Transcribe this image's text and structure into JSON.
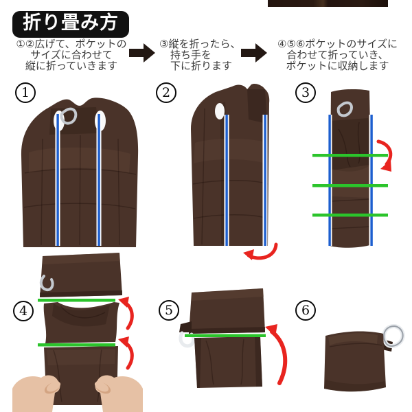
{
  "title": "折り畳み方",
  "instructions": {
    "blocks": [
      {
        "lines": [
          "①②広げて、ポケットの",
          "サイズに合わせて",
          "縦に折っていきます"
        ]
      },
      {
        "lines": [
          "③縦を折ったら、",
          "持ち手を",
          "下に折ります"
        ]
      },
      {
        "lines": [
          "④⑤⑥ポケットのサイズに",
          "合わせて折っていき、",
          "ポケットに収納します"
        ]
      }
    ]
  },
  "steps": [
    {
      "number": "1"
    },
    {
      "number": "2"
    },
    {
      "number": "3"
    },
    {
      "number": "4"
    },
    {
      "number": "5"
    },
    {
      "number": "6"
    }
  ],
  "icons": {
    "flow_arrow": "right-arrow",
    "fold_arrow": "curved-red-arrow",
    "carabiner": "carabiner-hook"
  },
  "colors": {
    "title_bg": "#121212",
    "title_text": "#ffffff",
    "text_color": "#3a3a3a",
    "flow_arrow": "#231813",
    "bag_brown": "#4a3329",
    "bag_brown_dark": "#34221a",
    "bag_brown_light": "#63493a",
    "guide_blue": "#1c5ecf",
    "guide_green": "#2bc42b",
    "arrow_red": "#e8241f",
    "carabiner_silver": "#c4c9cf",
    "skin": "#e6c1a5",
    "skin_shadow": "#d3a482"
  }
}
